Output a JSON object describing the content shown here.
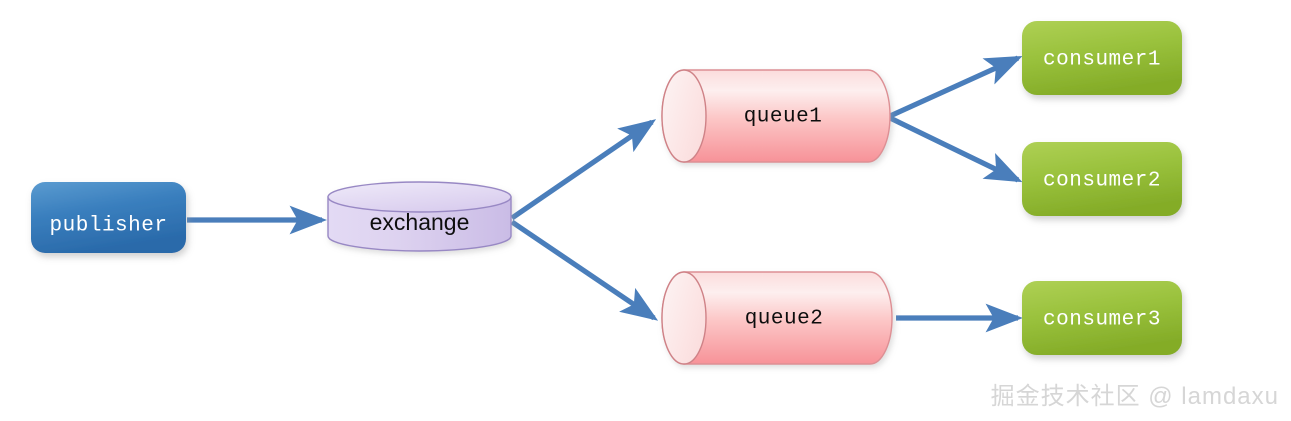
{
  "diagram": {
    "title": "RabbitMQ publisher exchange queue consumer topology",
    "background_color": "#ffffff",
    "arrow_color": "#4a7ebb",
    "nodes": {
      "publisher": {
        "label": "publisher",
        "shape": "rounded-rectangle",
        "fill_from": "#4a90c8",
        "fill_to": "#2b6cab",
        "text_color": "#ffffff"
      },
      "exchange": {
        "label": "exchange",
        "shape": "cylinder-vertical",
        "fill_from": "#efeaf8",
        "fill_to": "#c3b3e0",
        "stroke": "#8a79b8",
        "text_color": "#1a1a1a"
      },
      "queue1": {
        "label": "queue1",
        "shape": "cylinder-horizontal",
        "fill_from": "#fdeeee",
        "fill_to": "#f89aa0",
        "stroke": "#d98b90",
        "text_color": "#1a1a1a"
      },
      "queue2": {
        "label": "queue2",
        "shape": "cylinder-horizontal",
        "fill_from": "#fdeeee",
        "fill_to": "#f89aa0",
        "stroke": "#d98b90",
        "text_color": "#1a1a1a"
      },
      "consumer1": {
        "label": "consumer1",
        "shape": "rounded-rectangle",
        "fill_from": "#a3c martin",
        "text_color": "#ffffff"
      },
      "consumer2": {
        "label": "consumer2",
        "shape": "rounded-rectangle",
        "text_color": "#ffffff"
      },
      "consumer3": {
        "label": "consumer3",
        "shape": "rounded-rectangle",
        "text_color": "#ffffff"
      }
    },
    "consumer_fill_from": "#a6c84a",
    "consumer_fill_to": "#88b02c",
    "edges": [
      {
        "name": "publisher-to-exchange",
        "from": "publisher",
        "to": "exchange"
      },
      {
        "name": "exchange-to-queue1",
        "from": "exchange",
        "to": "queue1"
      },
      {
        "name": "exchange-to-queue2",
        "from": "exchange",
        "to": "queue2"
      },
      {
        "name": "queue1-to-consumer1",
        "from": "queue1",
        "to": "consumer1"
      },
      {
        "name": "queue1-to-consumer2",
        "from": "queue1",
        "to": "consumer2"
      },
      {
        "name": "queue2-to-consumer3",
        "from": "queue2",
        "to": "consumer3"
      }
    ],
    "watermark": {
      "text": "掘金技术社区 @ lamdaxu",
      "color": "#d6d6d6"
    }
  }
}
